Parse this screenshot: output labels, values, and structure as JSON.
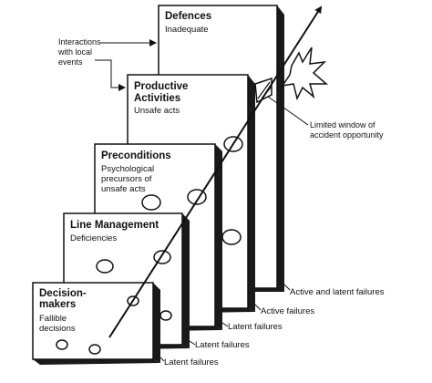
{
  "layers": [
    {
      "id": "decision-makers",
      "title": [
        "Decision-",
        "makers"
      ],
      "subtitle": [
        "Fallible",
        "decisions"
      ],
      "failure_label": "Latent failures"
    },
    {
      "id": "line-management",
      "title": [
        "Line Management"
      ],
      "subtitle": [
        "Deficiencies"
      ],
      "failure_label": "Latent failures"
    },
    {
      "id": "preconditions",
      "title": [
        "Preconditions"
      ],
      "subtitle": [
        "Psychological",
        "precursors of",
        "unsafe acts"
      ],
      "failure_label": "Latent failures"
    },
    {
      "id": "productive-activities",
      "title": [
        "Productive",
        "Activities"
      ],
      "subtitle": [
        "Unsafe acts"
      ],
      "failure_label": "Active failures"
    },
    {
      "id": "defences",
      "title": [
        "Defences"
      ],
      "subtitle": [
        "Inadequate"
      ],
      "failure_label": "Active and latent failures"
    }
  ],
  "annotations": {
    "interactions": [
      "Interactions",
      "with local",
      "events"
    ],
    "window": [
      "Limited window of",
      "accident opportunity"
    ]
  }
}
